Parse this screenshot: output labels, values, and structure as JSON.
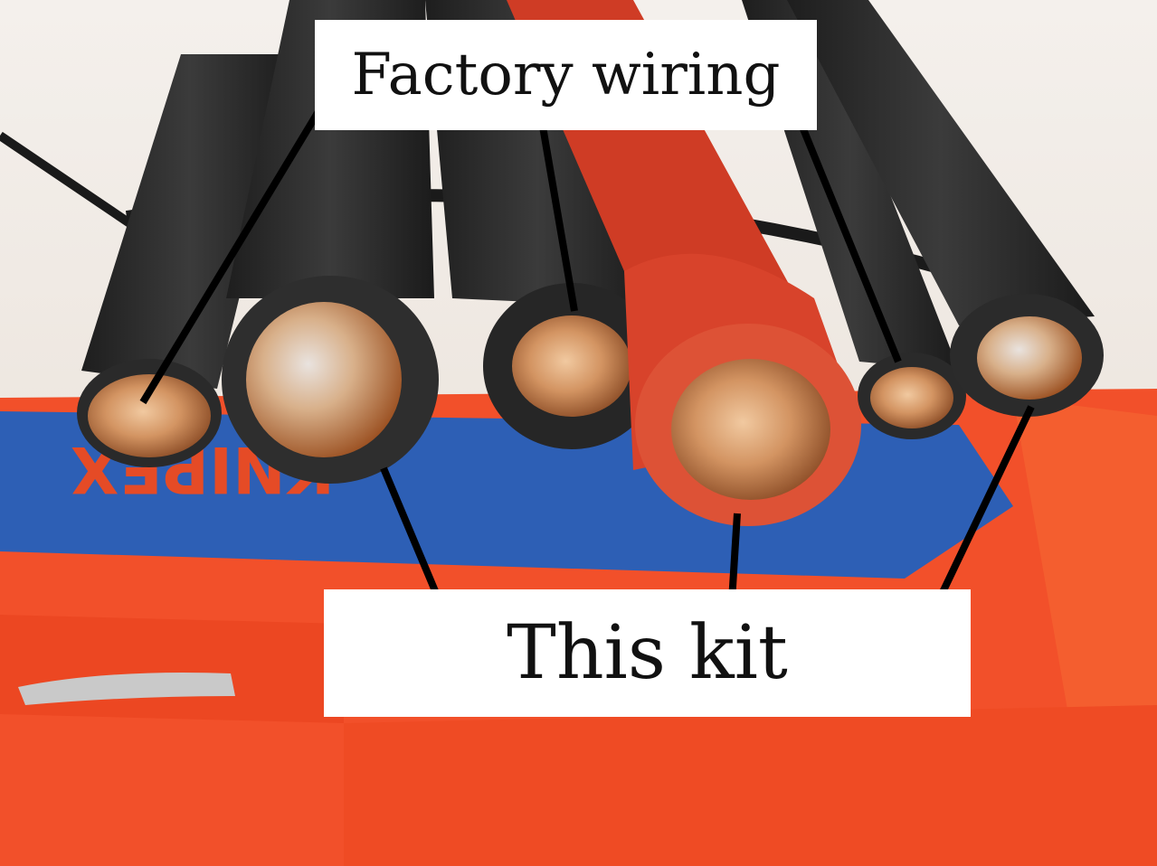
{
  "labels": {
    "top": "Factory wiring",
    "bottom": "This kit"
  },
  "tool_handle_lettering": "KNIPEX",
  "colors": {
    "background": "#efe9e3",
    "tool_orange": "#f2502a",
    "tool_blue": "#2d5fb5",
    "cable_black": "#2a2a2a",
    "cable_red": "#d8432b",
    "copper": "#c77a45",
    "label_box": "#ffffff",
    "label_text": "#111111",
    "pointer_line": "#000000"
  },
  "objects": [
    {
      "name": "wire-stripper-tool",
      "kind": "tool"
    },
    {
      "name": "cable-1",
      "group": "factory",
      "insulation": "black"
    },
    {
      "name": "cable-2",
      "group": "kit",
      "insulation": "black"
    },
    {
      "name": "cable-3",
      "group": "factory",
      "insulation": "black"
    },
    {
      "name": "cable-4",
      "group": "kit",
      "insulation": "red"
    },
    {
      "name": "cable-5",
      "group": "factory",
      "insulation": "black"
    },
    {
      "name": "cable-6",
      "group": "kit",
      "insulation": "black"
    }
  ]
}
